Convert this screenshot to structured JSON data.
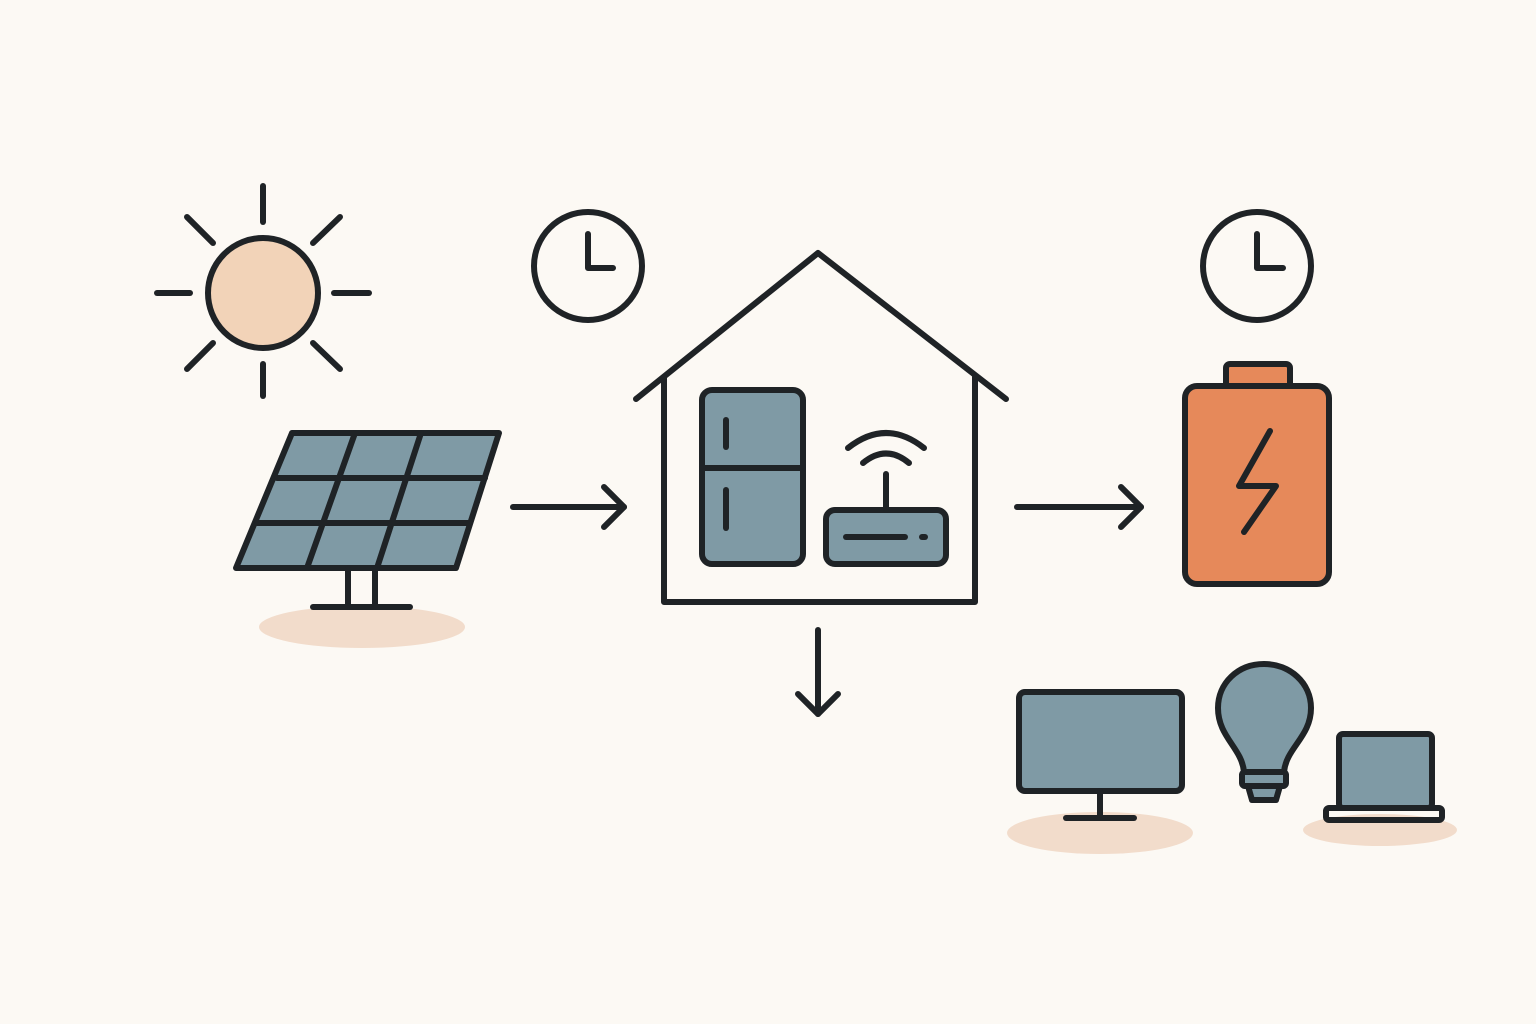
{
  "diagram": {
    "type": "energy-flow",
    "nodes": [
      {
        "id": "sun",
        "icon": "sun-icon"
      },
      {
        "id": "solar-panel",
        "icon": "solar-panel-icon"
      },
      {
        "id": "house",
        "icon": "house-icon",
        "contains": [
          "refrigerator-icon",
          "wifi-router-icon"
        ]
      },
      {
        "id": "battery",
        "icon": "battery-charging-icon"
      },
      {
        "id": "devices",
        "icon": "devices-group",
        "contains": [
          "monitor-icon",
          "light-bulb-icon",
          "laptop-icon"
        ]
      }
    ],
    "edges": [
      {
        "from": "solar-panel",
        "to": "house"
      },
      {
        "from": "house",
        "to": "battery"
      },
      {
        "from": "house",
        "to": "down"
      }
    ],
    "extra_icons": [
      "clock-icon",
      "clock-icon"
    ]
  },
  "colors": {
    "background": "#fcf9f4",
    "stroke": "#1f2326",
    "sun_fill": "#f2d3b8",
    "panel_fill": "#7f9aa5",
    "device_fill": "#7f9aa5",
    "battery_fill": "#e6895a",
    "shadow_fill": "#f2dccb"
  }
}
